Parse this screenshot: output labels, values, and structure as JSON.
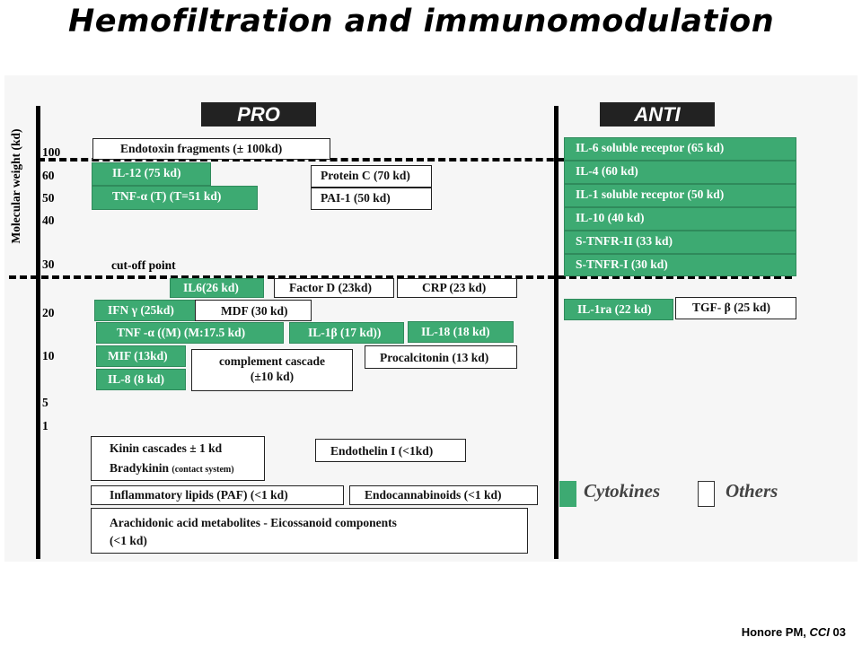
{
  "title": "Hemofiltration and immunomodulation",
  "y_axis": {
    "title": "Molecular weight (kd)",
    "ticks": [
      "100",
      "60",
      "50",
      "40",
      "30",
      "20",
      "10",
      "5",
      "1"
    ]
  },
  "headers": {
    "pro": "PRO",
    "anti": "ANTI"
  },
  "cutoff_label": "cut-off point",
  "pro": {
    "endotoxin": "Endotoxin fragments (± 100kd)",
    "il12": "IL-12 (75 kd)",
    "tnf_t": "TNF-α (T) (T=51 kd)",
    "protein_c": "Protein C (70 kd)",
    "pai1": "PAI-1 (50 kd)",
    "il6": "IL6(26 kd)",
    "factor_d": "Factor D (23kd)",
    "crp": "CRP (23 kd)",
    "ifn": "IFN γ (25kd)",
    "mdf": "MDF (30 kd)",
    "tnf_m": "TNF -α ((M) (M:17.5 kd)",
    "il1b": "IL-1β (17 kd))",
    "il18": "IL-18 (18 kd)",
    "mif": "MIF (13kd)",
    "il8": "IL-8 (8 kd)",
    "complement_1": "complement cascade",
    "complement_2": "(±10 kd)",
    "procalcitonin": "Procalcitonin (13 kd)",
    "kinin": "Kinin cascades ± 1 kd",
    "bradykinin": "Bradykinin",
    "bradykinin_note": "(contact system)",
    "endothelin": "Endothelin I (<1kd)",
    "lipids": "Inflammatory lipids (PAF) (<1 kd)",
    "endocannabinoids": "Endocannabinoids (<1 kd)",
    "arachidonic_1": "Arachidonic acid metabolites - Eicossanoid components",
    "arachidonic_2": "(<1 kd)"
  },
  "anti": {
    "il6_receptor": "IL-6 soluble receptor (65 kd)",
    "il4": "IL-4 (60 kd)",
    "il1_receptor": "IL-1 soluble receptor (50 kd)",
    "il10": "IL-10 (40 kd)",
    "stnfr2": "S-TNFR-II (33 kd)",
    "stnfr1": "S-TNFR-I (30 kd)",
    "il1ra": "IL-1ra (22 kd)",
    "tgf": "TGF- β (25 kd)"
  },
  "legend": {
    "cytokines": "Cytokines",
    "others": "Others"
  },
  "colors": {
    "cytokine": "#3daa72",
    "other": "#ffffff"
  },
  "citation": "Honore PM, CCI 03"
}
